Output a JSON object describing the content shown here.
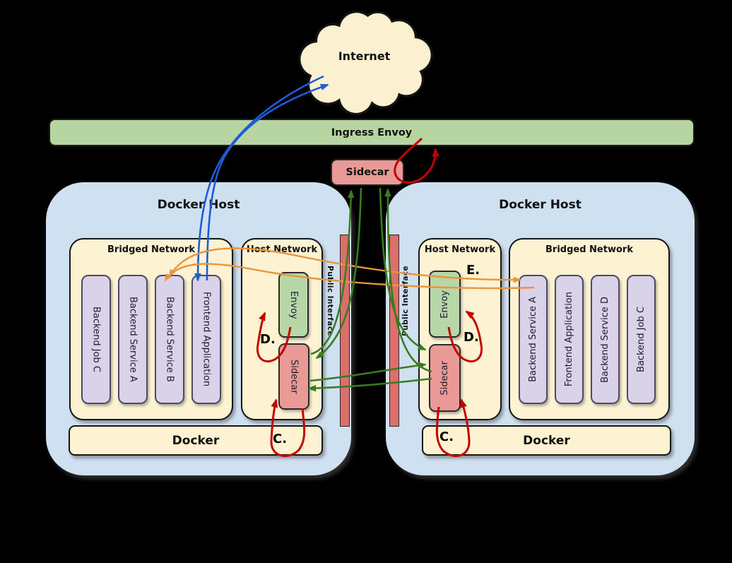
{
  "internet_label": "Internet",
  "ingress_envoy_label": "Ingress Envoy",
  "mid_sidecar_label": "Sidecar",
  "left_host": {
    "title": "Docker Host",
    "bridged_network": {
      "title": "Bridged Network",
      "containers": [
        "Backend Job C",
        "Backend Service A",
        "Backend Service B",
        "Frontend Application"
      ]
    },
    "host_network": {
      "title": "Host Network",
      "envoy_label": "Envoy",
      "sidecar_label": "Sidecar"
    },
    "public_interface_label": "Public Interface",
    "docker_label": "Docker",
    "annotations": {
      "c": "C.",
      "d": "D."
    }
  },
  "right_host": {
    "title": "Docker Host",
    "host_network": {
      "title": "Host Network",
      "envoy_label": "Envoy",
      "sidecar_label": "Sidecar"
    },
    "bridged_network": {
      "title": "Bridged Network",
      "containers": [
        "Backend Service A",
        "Frontend Application",
        "Backend Service D",
        "Backend Job C"
      ]
    },
    "public_interface_label": "Public Interface",
    "docker_label": "Docker",
    "annotations": {
      "c": "C.",
      "d": "D.",
      "e": "E."
    }
  },
  "colors": {
    "host_fill": "#cfe0f1",
    "network_fill": "#fdf2d1",
    "container_fill": "#d9d2e9",
    "envoy_fill": "#b7d7a8",
    "sidecar_fill": "#e99a97",
    "ingress_fill": "#b7d5a1",
    "public_interface_fill": "#dc6f6c",
    "cloud_fill": "#fbf1d0",
    "arrow_blue": "#1e5bd6",
    "arrow_orange": "#e8953c",
    "arrow_green": "#3a7c20",
    "arrow_red": "#c40000"
  }
}
